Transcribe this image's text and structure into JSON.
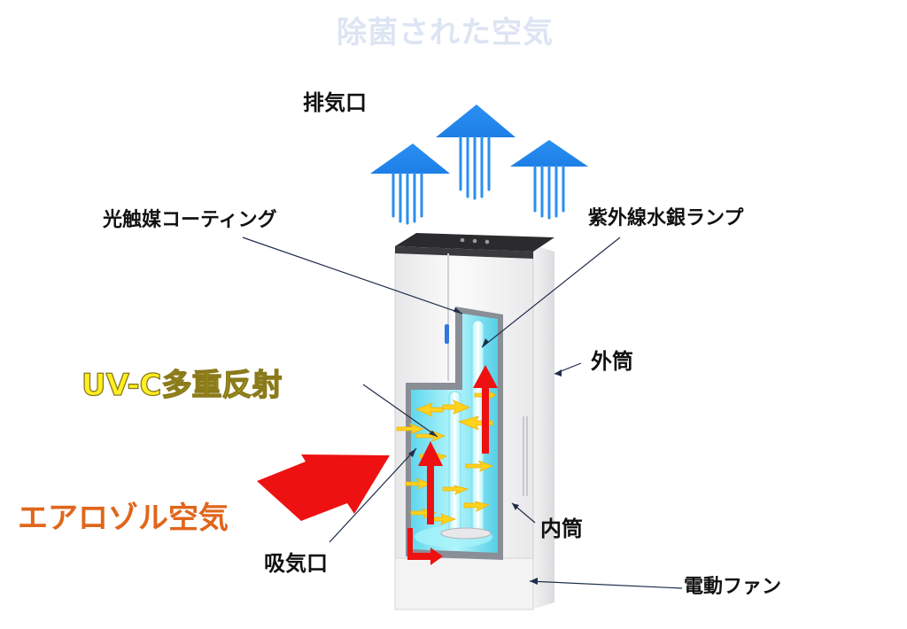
{
  "labels": {
    "title": "除菌された空気",
    "exhaust": "排気口",
    "photocatalyst": "光触媒コーティング",
    "uv_lamp": "紫外線水銀ランプ",
    "outer_tube": "外筒",
    "uvc_reflection": "UV-C多重反射",
    "aerosol_air": "エアロゾル空気",
    "inner_tube": "内筒",
    "intake": "吸気口",
    "electric_fan": "電動ファン"
  },
  "colors": {
    "title": "#dde4f3",
    "blue_arrow": "#1e90ff",
    "red_arrow": "#ee1111",
    "yellow_arrow": "#ffd21e",
    "uvc_text": "#ffee22",
    "aerosol_text": "#e0661b",
    "chamber_glow": "#7fe8f5"
  }
}
